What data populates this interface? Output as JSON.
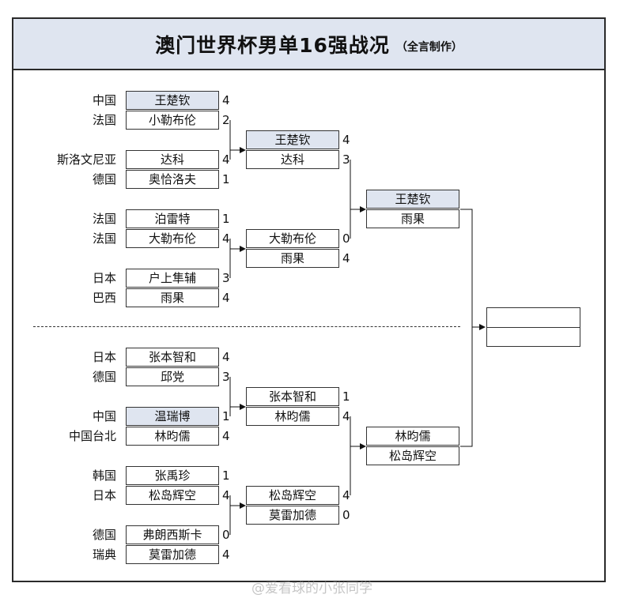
{
  "title": "澳门世界杯男单16强战况",
  "subtitle": "（全言制作）",
  "watermark": "@爱看球的小张同学",
  "round16": [
    {
      "country": "中国",
      "player": "王楚钦",
      "score": "4",
      "highlight": true
    },
    {
      "country": "法国",
      "player": "小勒布伦",
      "score": "2",
      "highlight": false
    },
    {
      "country": "斯洛文尼亚",
      "player": "达科",
      "score": "4",
      "highlight": false
    },
    {
      "country": "德国",
      "player": "奥恰洛夫",
      "score": "1",
      "highlight": false
    },
    {
      "country": "法国",
      "player": "泊雷特",
      "score": "1",
      "highlight": false
    },
    {
      "country": "法国",
      "player": "大勒布伦",
      "score": "4",
      "highlight": false
    },
    {
      "country": "日本",
      "player": "户上隼辅",
      "score": "3",
      "highlight": false
    },
    {
      "country": "巴西",
      "player": "雨果",
      "score": "4",
      "highlight": false
    },
    {
      "country": "日本",
      "player": "张本智和",
      "score": "4",
      "highlight": false
    },
    {
      "country": "德国",
      "player": "邱党",
      "score": "3",
      "highlight": false
    },
    {
      "country": "中国",
      "player": "温瑞博",
      "score": "1",
      "highlight": true
    },
    {
      "country": "中国台北",
      "player": "林昀儒",
      "score": "4",
      "highlight": false
    },
    {
      "country": "韩国",
      "player": "张禹珍",
      "score": "1",
      "highlight": false
    },
    {
      "country": "日本",
      "player": "松岛辉空",
      "score": "4",
      "highlight": false
    },
    {
      "country": "德国",
      "player": "弗朗西斯卡",
      "score": "0",
      "highlight": false
    },
    {
      "country": "瑞典",
      "player": "莫雷加德",
      "score": "4",
      "highlight": false
    }
  ],
  "quarterfinals": [
    {
      "player": "王楚钦",
      "score": "4",
      "highlight": true
    },
    {
      "player": "达科",
      "score": "3",
      "highlight": false
    },
    {
      "player": "大勒布伦",
      "score": "0",
      "highlight": false
    },
    {
      "player": "雨果",
      "score": "4",
      "highlight": false
    },
    {
      "player": "张本智和",
      "score": "1",
      "highlight": false
    },
    {
      "player": "林昀儒",
      "score": "4",
      "highlight": false
    },
    {
      "player": "松岛辉空",
      "score": "4",
      "highlight": false
    },
    {
      "player": "莫雷加德",
      "score": "0",
      "highlight": false
    }
  ],
  "semifinals": [
    {
      "player": "王楚钦",
      "highlight": true
    },
    {
      "player": "雨果",
      "highlight": false
    },
    {
      "player": "林昀儒",
      "highlight": false
    },
    {
      "player": "松岛辉空",
      "highlight": false
    }
  ],
  "final": [
    "",
    ""
  ],
  "colors": {
    "highlight": "#dfe5f0",
    "border": "#333333"
  }
}
